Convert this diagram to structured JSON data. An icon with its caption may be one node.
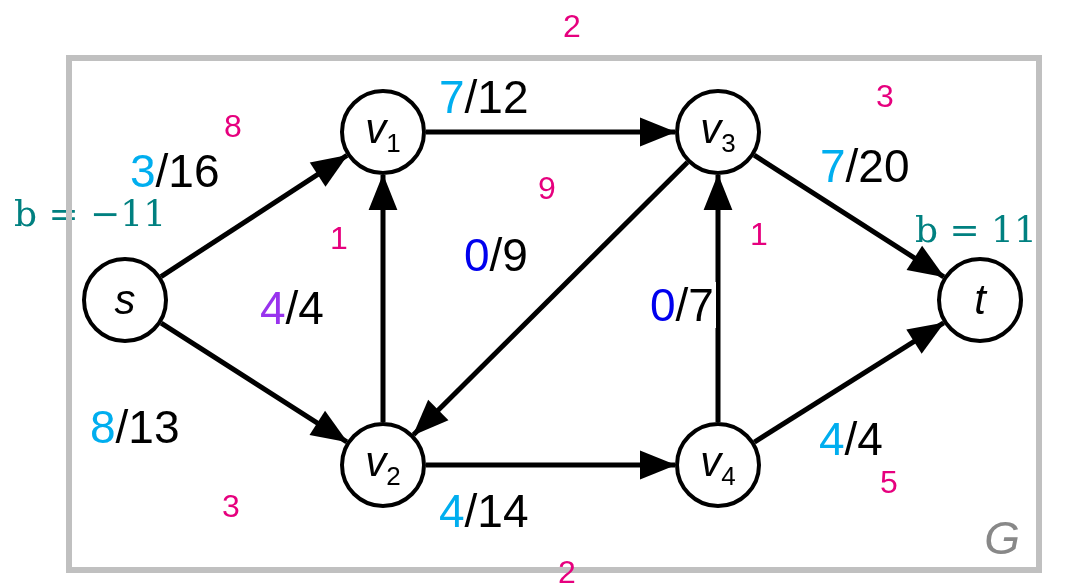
{
  "diagram": {
    "nodes": [
      {
        "text": [
          "G"
        ]
      },
      {
        "text": [
          "s"
        ],
        "in": 0,
        "beside": [
          "b = −11"
        ]
      },
      {
        "text": [
          "v$_{1}$"
        ],
        "in": 0
      },
      {
        "text": [
          "v$_{3}$"
        ],
        "in": 0
      },
      {
        "text": [
          "t"
        ],
        "in": 0,
        "beside": [
          "b = 11"
        ]
      },
      {
        "text": [
          "v$_{2}$"
        ],
        "in": 0
      },
      {
        "text": [
          "v$_{4}$"
        ],
        "in": 0
      }
    ],
    "edges": [
      {
        "from": 1,
        "to": 2,
        "arrow": "to",
        "label": "3/16"
      },
      {
        "from": 1,
        "to": 5,
        "arrow": "to",
        "label": "8/13"
      },
      {
        "from": 5,
        "to": 2,
        "arrow": "to",
        "label": "4/4"
      },
      {
        "from": 2,
        "to": 3,
        "arrow": "to",
        "label": "7/12"
      },
      {
        "from": 3,
        "to": 5,
        "arrow": "to",
        "label": "0/9"
      },
      {
        "from": 5,
        "to": 6,
        "arrow": "to",
        "label": "4/14"
      },
      {
        "from": 6,
        "to": 3,
        "arrow": "to",
        "label": "0/7"
      },
      {
        "from": 3,
        "to": 4,
        "arrow": "to",
        "label": "7/20"
      },
      {
        "from": 6,
        "to": 4,
        "arrow": "to",
        "label": "4/4"
      }
    ],
    "labels": [
      "2",
      "3",
      "8",
      "9",
      "1",
      "1",
      "3",
      "5",
      "2"
    ]
  }
}
